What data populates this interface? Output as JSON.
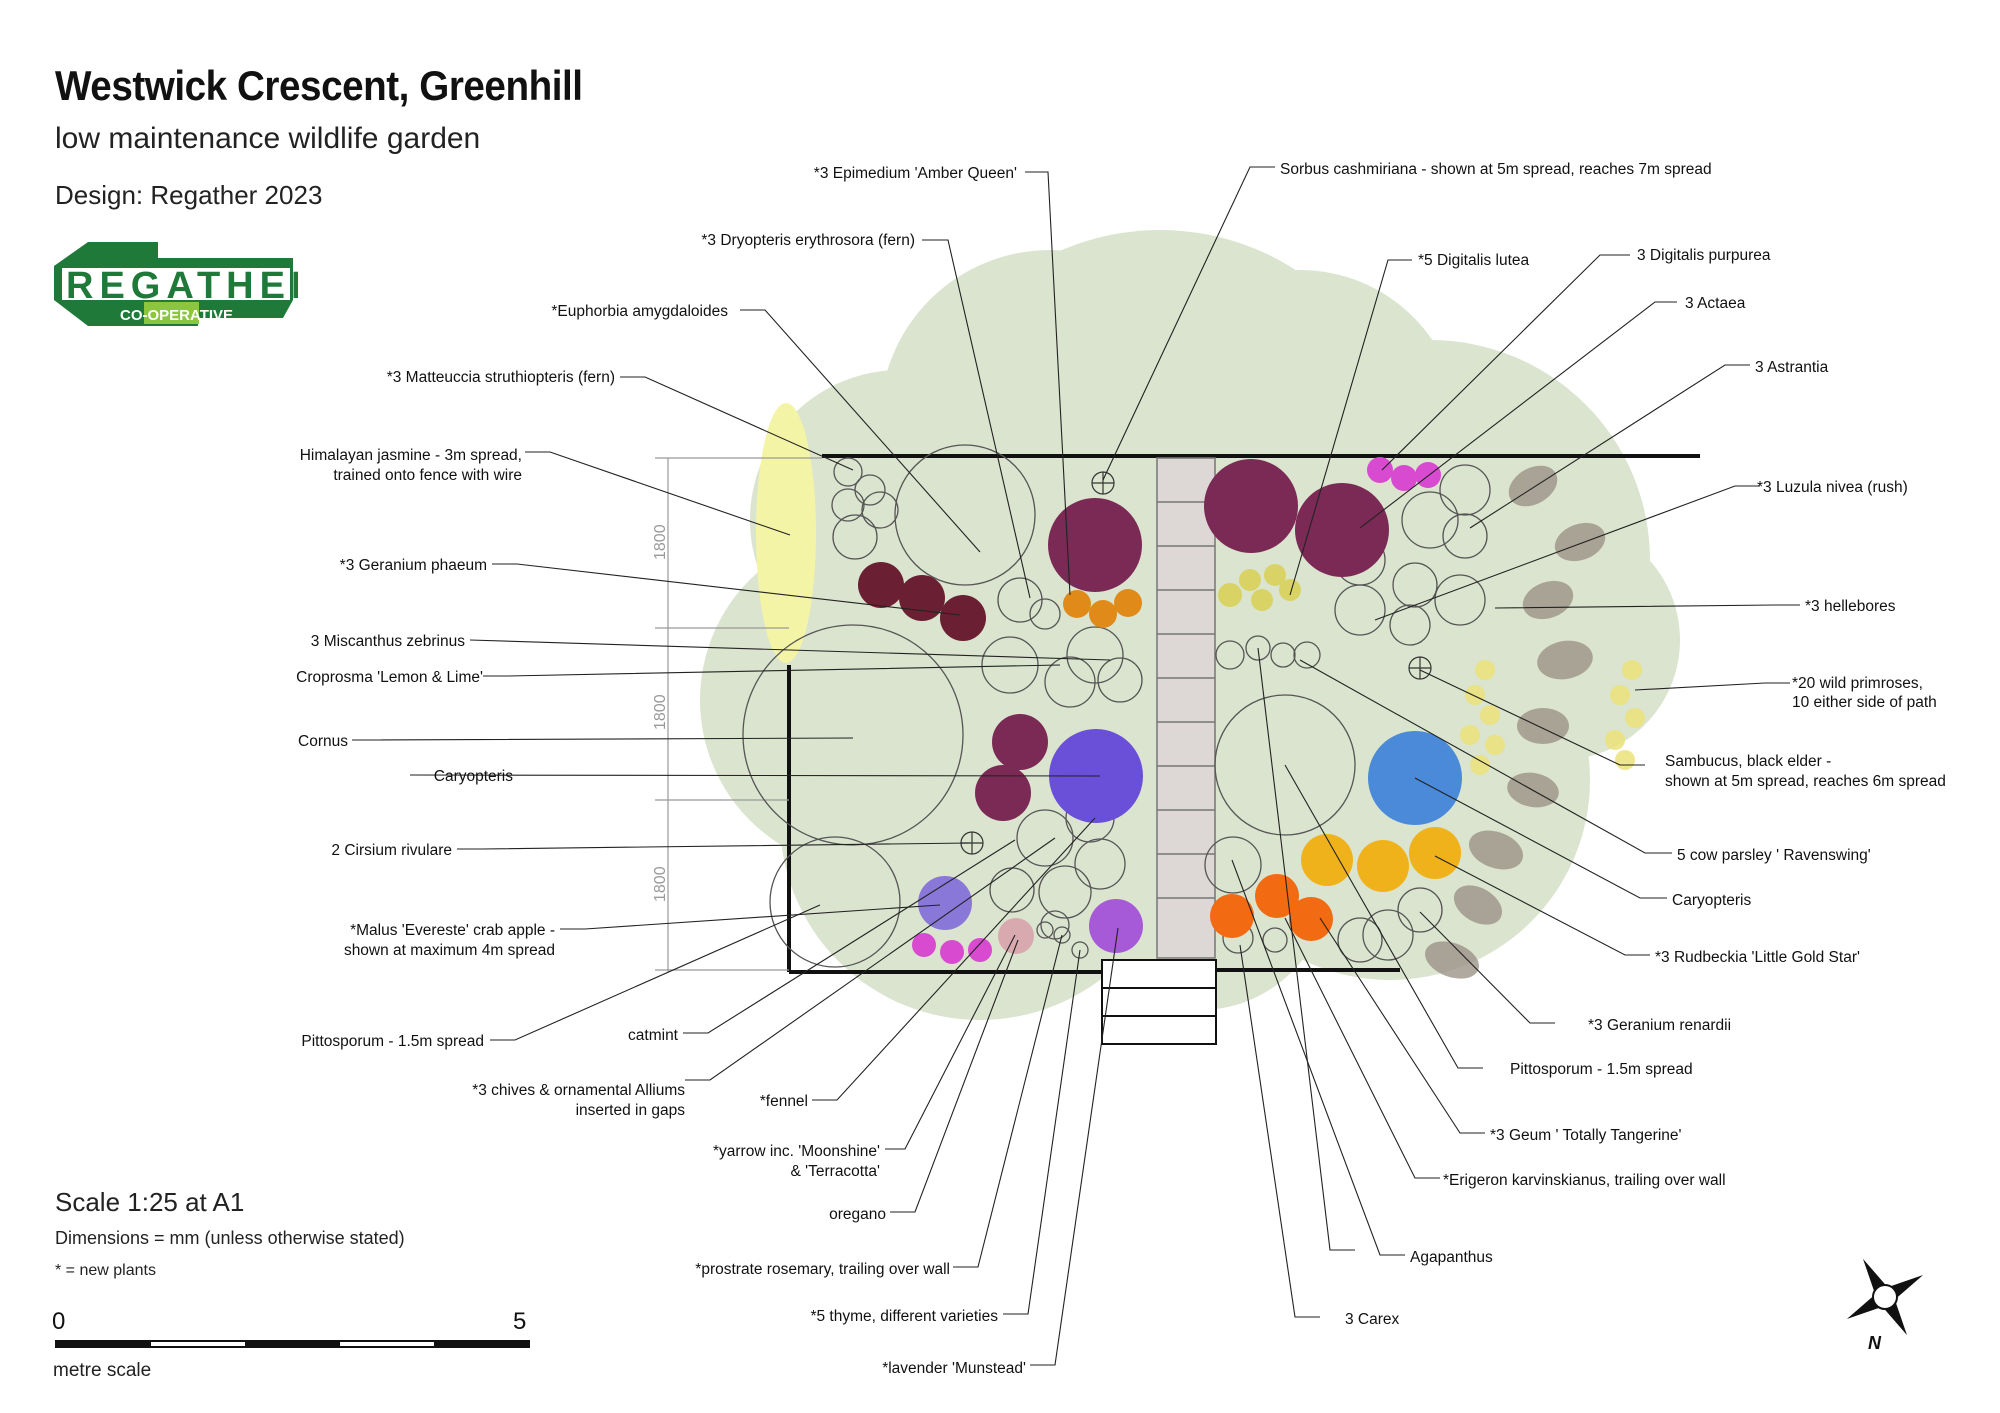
{
  "header": {
    "title": "Westwick Crescent, Greenhill",
    "subtitle": "low maintenance wildlife garden",
    "design": "Design: Regather 2023"
  },
  "logo": {
    "name": "REGATHER",
    "tagline": "CO-OPERATIVE",
    "color": "#1f7a3a",
    "accent": "#8cc63f"
  },
  "footer": {
    "scale": "Scale 1:25 at A1",
    "dimensions": "Dimensions = mm (unless otherwise stated)",
    "new_plants": "* = new plants",
    "scale_start": "0",
    "scale_end": "5",
    "scale_unit": "metre scale"
  },
  "dimensions": [
    "1800",
    "1800",
    "1800"
  ],
  "compass": {
    "label": "N"
  },
  "labels": {
    "epimedium": "*3 Epimedium 'Amber Queen'",
    "sorbus": "Sorbus cashmiriana - shown at 5m spread, reaches 7m spread",
    "dryopteris": "*3 Dryopteris erythrosora (fern)",
    "digitalis_lutea": "*5 Digitalis lutea",
    "digitalis_purpurea": "3 Digitalis purpurea",
    "euphorbia": "*Euphorbia amygdaloides",
    "actaea": "3 Actaea",
    "astrantia": "3 Astrantia",
    "matteuccia": "*3 Matteuccia struthiopteris (fern)",
    "jasmine_1": "Himalayan jasmine - 3m spread,",
    "jasmine_2": "trained onto fence with wire",
    "luzula": "*3 Luzula nivea (rush)",
    "geranium_phaeum": "*3 Geranium phaeum",
    "hellebores": "*3 hellebores",
    "miscanthus": "3 Miscanthus zebrinus",
    "coprosma": "Croprosma 'Lemon & Lime'",
    "primroses_1": "*20 wild primroses,",
    "primroses_2": "10 either side of path",
    "cornus": "Cornus",
    "sambucus_1": "Sambucus, black elder -",
    "sambucus_2": "shown at 5m spread, reaches 6m spread",
    "caryopteris_left": "Caryopteris",
    "cirsium": "2 Cirsium rivulare",
    "cow_parsley": "5 cow parsley ' Ravenswing'",
    "caryopteris_right": "Caryopteris",
    "malus_1": "*Malus 'Evereste' crab apple -",
    "malus_2": "shown at maximum 4m spread",
    "rudbeckia": "*3 Rudbeckia 'Little Gold Star'",
    "geranium_renardii": "*3 Geranium renardii",
    "pittosporum_left": "Pittosporum - 1.5m spread",
    "catmint": "catmint",
    "pittosporum_right": "Pittosporum - 1.5m spread",
    "chives_1": "*3 chives & ornamental Alliums",
    "chives_2": "inserted in gaps",
    "fennel": "*fennel",
    "geum": "*3 Geum ' Totally Tangerine'",
    "yarrow_1": "*yarrow inc. 'Moonshine'",
    "yarrow_2": "& 'Terracotta'",
    "erigeron": "*Erigeron karvinskianus, trailing over wall",
    "oregano": "oregano",
    "agapanthus": "Agapanthus",
    "rosemary": "*prostrate rosemary, trailing over wall",
    "thyme": "*5 thyme, different varieties",
    "carex": "3 Carex",
    "lavender": "*lavender 'Munstead'"
  },
  "colors": {
    "canopy": "#d9e3cc",
    "jasmine": "#f4f4a6",
    "plum": "#7a2a55",
    "dark_red": "#6b1f33",
    "amber": "#e08a1a",
    "orange": "#f26a12",
    "gold": "#f0b21a",
    "violet": "#6a4fd8",
    "lavender": "#8a78d8",
    "blue": "#4a8ad8",
    "magenta": "#d84ad0",
    "yellow_green": "#d9d25a",
    "pale_yellow": "#ece27a",
    "stone": "#9c9488",
    "pink": "#d8aab0"
  }
}
